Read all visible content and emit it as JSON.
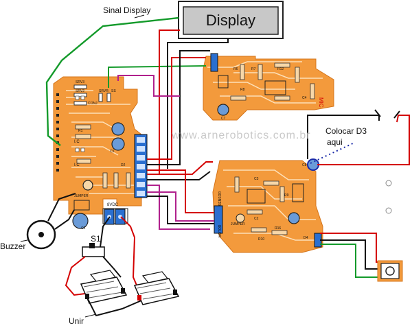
{
  "labels": {
    "display": "Display",
    "sinal_display": "Sinal Display",
    "watermark": "www.arnerobotics.com.br",
    "colocar_d3": "Colocar D3",
    "aqui": "aqui",
    "buzzer": "Buzzer",
    "s1": "S1",
    "unir": "Unir",
    "mic": "MIC"
  },
  "board_marks": {
    "main_board": [
      "SRV3",
      "SRV2",
      "CONJ",
      "SRVR",
      "SS",
      "I.C",
      "JUMPER",
      "8VDC",
      "C1",
      "R1",
      "C5",
      "D2"
    ],
    "top_board": [
      "R6",
      "R7",
      "R8",
      "R12",
      "C7",
      "C4"
    ],
    "bottom_board": [
      "C8",
      "C3",
      "C2",
      "R9",
      "R10",
      "R16",
      "D4",
      "SENSOR",
      "MOTOR",
      "JUMPER"
    ]
  },
  "colors": {
    "pcb": "#f39a3c",
    "pcb_track": "#f8b36a",
    "red_wire": "#d40000",
    "black_wire": "#111111",
    "green_wire": "#139a2a",
    "magenta_wire": "#b0208c",
    "blue_dots": "#1a2aa8",
    "display_fill": "#c8c8c8"
  }
}
